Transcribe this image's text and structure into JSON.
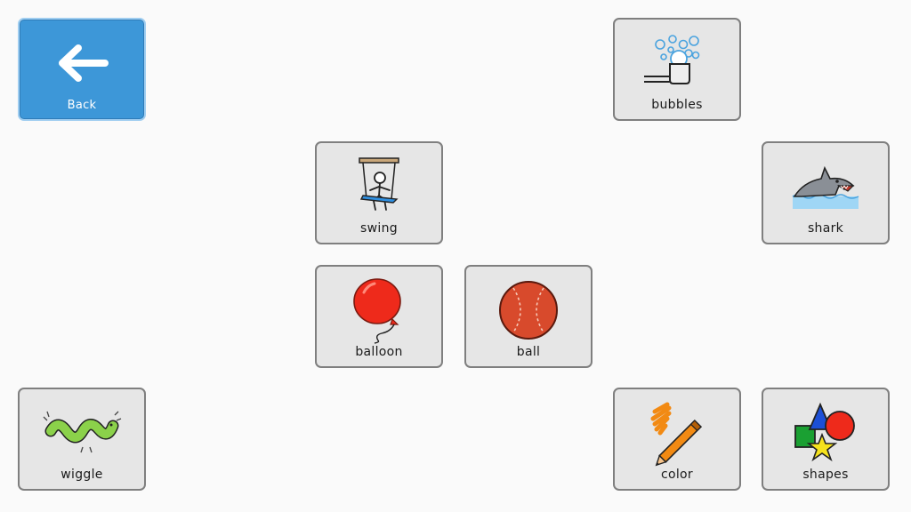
{
  "back": {
    "label": "Back",
    "icon": "arrow-left-icon"
  },
  "tiles": {
    "bubbles": {
      "label": "bubbles",
      "icon": "bubbles-icon"
    },
    "swing": {
      "label": "swing",
      "icon": "swing-icon"
    },
    "shark": {
      "label": "shark",
      "icon": "shark-icon"
    },
    "balloon": {
      "label": "balloon",
      "icon": "balloon-icon"
    },
    "ball": {
      "label": "ball",
      "icon": "ball-icon"
    },
    "wiggle": {
      "label": "wiggle",
      "icon": "wiggle-icon"
    },
    "color": {
      "label": "color",
      "icon": "crayon-icon"
    },
    "shapes": {
      "label": "shapes",
      "icon": "shapes-icon"
    }
  },
  "colors": {
    "back_button": "#3d97d8",
    "tile_background": "#e6e6e6",
    "tile_border": "#7f7f7f"
  }
}
